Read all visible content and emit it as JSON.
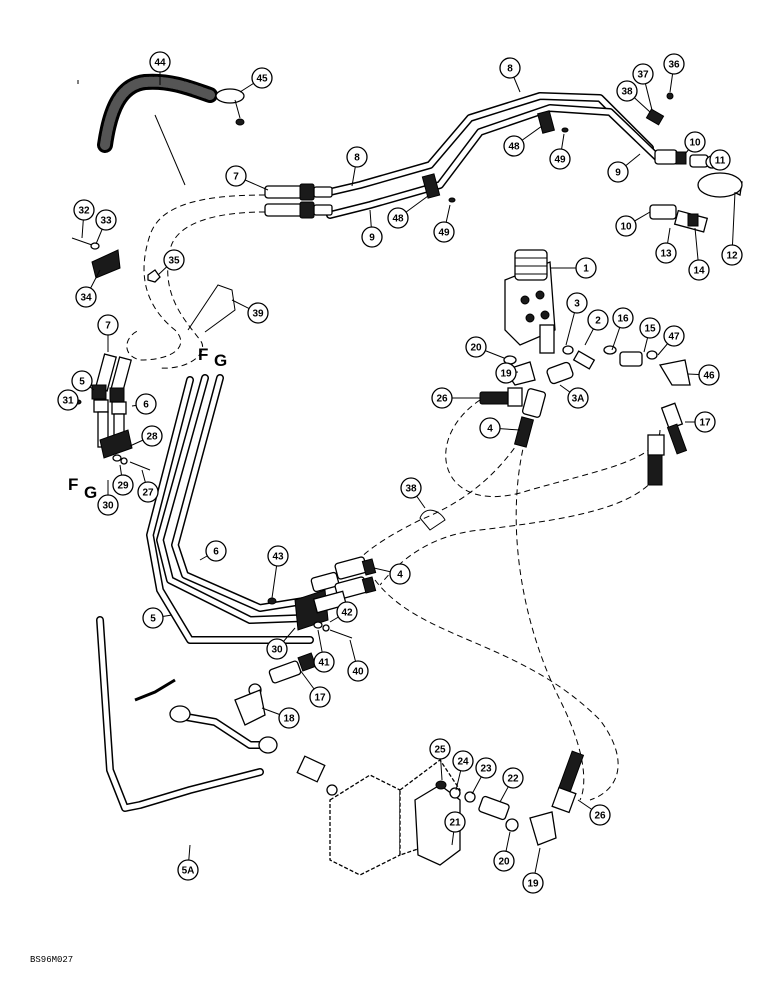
{
  "diagram": {
    "drawing_number": "BS96M027",
    "line_letters": [
      "F",
      "G",
      "F",
      "G"
    ],
    "callouts": [
      "44",
      "45",
      "8",
      "36",
      "37",
      "38",
      "10",
      "11",
      "7",
      "8",
      "48",
      "49",
      "9",
      "32",
      "33",
      "48",
      "49",
      "9",
      "10",
      "12",
      "13",
      "14",
      "35",
      "34",
      "1",
      "39",
      "7",
      "2",
      "3",
      "16",
      "15",
      "47",
      "20",
      "19",
      "46",
      "5",
      "31",
      "6",
      "26",
      "3A",
      "28",
      "4",
      "17",
      "29",
      "27",
      "30",
      "38",
      "6",
      "43",
      "4",
      "5",
      "42",
      "30",
      "41",
      "40",
      "17",
      "18",
      "25",
      "24",
      "23",
      "22",
      "26",
      "21",
      "20",
      "19",
      "5A"
    ]
  }
}
